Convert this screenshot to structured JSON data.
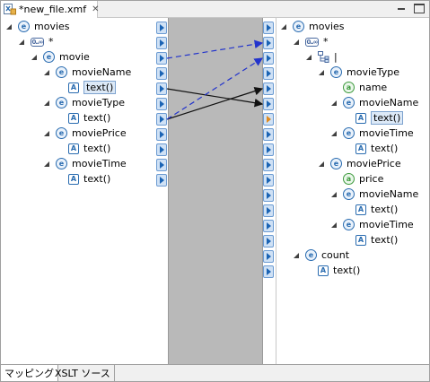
{
  "tab": {
    "title": "*new_file.xmf",
    "close_icon": "close-icon"
  },
  "source_tree": [
    {
      "id": "s-movies",
      "label": "movies",
      "kind": "element",
      "level": 0,
      "expanded": true
    },
    {
      "id": "s-any",
      "label": "*",
      "kind": "any",
      "level": 1,
      "expanded": true
    },
    {
      "id": "s-movie",
      "label": "movie",
      "kind": "element",
      "level": 2,
      "expanded": true
    },
    {
      "id": "s-moviename",
      "label": "movieName",
      "kind": "element",
      "level": 3,
      "expanded": true
    },
    {
      "id": "s-moviename-text",
      "label": "text()",
      "kind": "text",
      "level": 4,
      "selected": true
    },
    {
      "id": "s-movietype",
      "label": "movieType",
      "kind": "element",
      "level": 3,
      "expanded": true
    },
    {
      "id": "s-movietype-text",
      "label": "text()",
      "kind": "text",
      "level": 4
    },
    {
      "id": "s-movieprice",
      "label": "moviePrice",
      "kind": "element",
      "level": 3,
      "expanded": true
    },
    {
      "id": "s-movieprice-text",
      "label": "text()",
      "kind": "text",
      "level": 4
    },
    {
      "id": "s-movietime",
      "label": "movieTime",
      "kind": "element",
      "level": 3,
      "expanded": true
    },
    {
      "id": "s-movietime-text",
      "label": "text()",
      "kind": "text",
      "level": 4
    }
  ],
  "target_tree": [
    {
      "id": "t-movies",
      "label": "movies",
      "kind": "element",
      "level": 0,
      "expanded": true
    },
    {
      "id": "t-any",
      "label": "*",
      "kind": "any",
      "level": 1,
      "expanded": true
    },
    {
      "id": "t-seq",
      "label": "|",
      "kind": "sequence",
      "level": 2,
      "expanded": true
    },
    {
      "id": "t-movietype",
      "label": "movieType",
      "kind": "element",
      "level": 3,
      "expanded": true
    },
    {
      "id": "t-name",
      "label": "name",
      "kind": "attribute",
      "level": 4
    },
    {
      "id": "t-moviename",
      "label": "movieName",
      "kind": "element",
      "level": 4,
      "expanded": true
    },
    {
      "id": "t-moviename-text",
      "label": "text()",
      "kind": "text",
      "level": 5,
      "selected": true
    },
    {
      "id": "t-movietime",
      "label": "movieTime",
      "kind": "element",
      "level": 4,
      "expanded": true
    },
    {
      "id": "t-movietime-text",
      "label": "text()",
      "kind": "text",
      "level": 5
    },
    {
      "id": "t-movieprice",
      "label": "moviePrice",
      "kind": "element",
      "level": 3,
      "expanded": true
    },
    {
      "id": "t-price",
      "label": "price",
      "kind": "attribute",
      "level": 4
    },
    {
      "id": "t-movieprice-name",
      "label": "movieName",
      "kind": "element",
      "level": 4,
      "expanded": true
    },
    {
      "id": "t-movieprice-name-text",
      "label": "text()",
      "kind": "text",
      "level": 5
    },
    {
      "id": "t-movieprice-time",
      "label": "movieTime",
      "kind": "element",
      "level": 4,
      "expanded": true
    },
    {
      "id": "t-movieprice-time-text",
      "label": "text()",
      "kind": "text",
      "level": 5
    },
    {
      "id": "t-count",
      "label": "count",
      "kind": "element",
      "level": 1,
      "expanded": true
    },
    {
      "id": "t-count-text",
      "label": "text()",
      "kind": "text",
      "level": 2
    }
  ],
  "mappings": [
    {
      "from": 2,
      "to": 1,
      "style": "dashed",
      "color": "#2233cc"
    },
    {
      "from": 4,
      "to": 5,
      "style": "solid",
      "color": "#111111"
    },
    {
      "from": 6,
      "to": 4,
      "style": "solid",
      "color": "#111111"
    },
    {
      "from": 6,
      "to": 2,
      "style": "dashed",
      "color": "#2233cc"
    }
  ],
  "port_counts": {
    "source": 11,
    "target": 17
  },
  "orange_target_port": 6,
  "bottom_tabs": [
    {
      "label": "マッピング",
      "active": true
    },
    {
      "label": "XSLT ソース",
      "active": false
    }
  ],
  "colors": {
    "element_icon": "#2a6cb0",
    "attribute_icon": "#3d9a3d",
    "mapping_area": "#b9b9b9",
    "port": "#1a63b4",
    "selection": "#dce9f7"
  }
}
